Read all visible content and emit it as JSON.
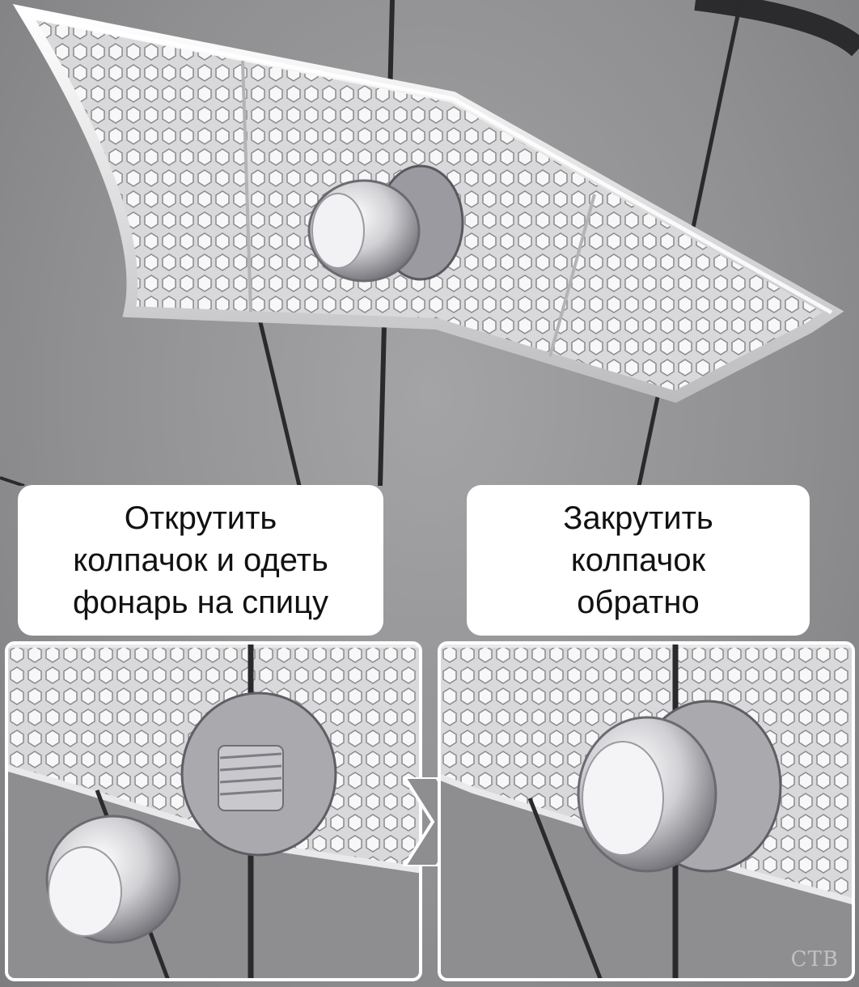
{
  "steps": [
    {
      "lines": [
        "Открутить",
        "колпачок и одеть",
        "фонарь на спицу"
      ]
    },
    {
      "lines": [
        "Закрутить",
        "колпачок",
        "обратно"
      ]
    }
  ],
  "watermark": "CTB",
  "icons": {
    "arrow": "chevron-right-icon"
  },
  "colors": {
    "background": "#8f8f91",
    "label_bg": "#ffffff",
    "text": "#111111",
    "spoke": "#2a2a2c"
  }
}
